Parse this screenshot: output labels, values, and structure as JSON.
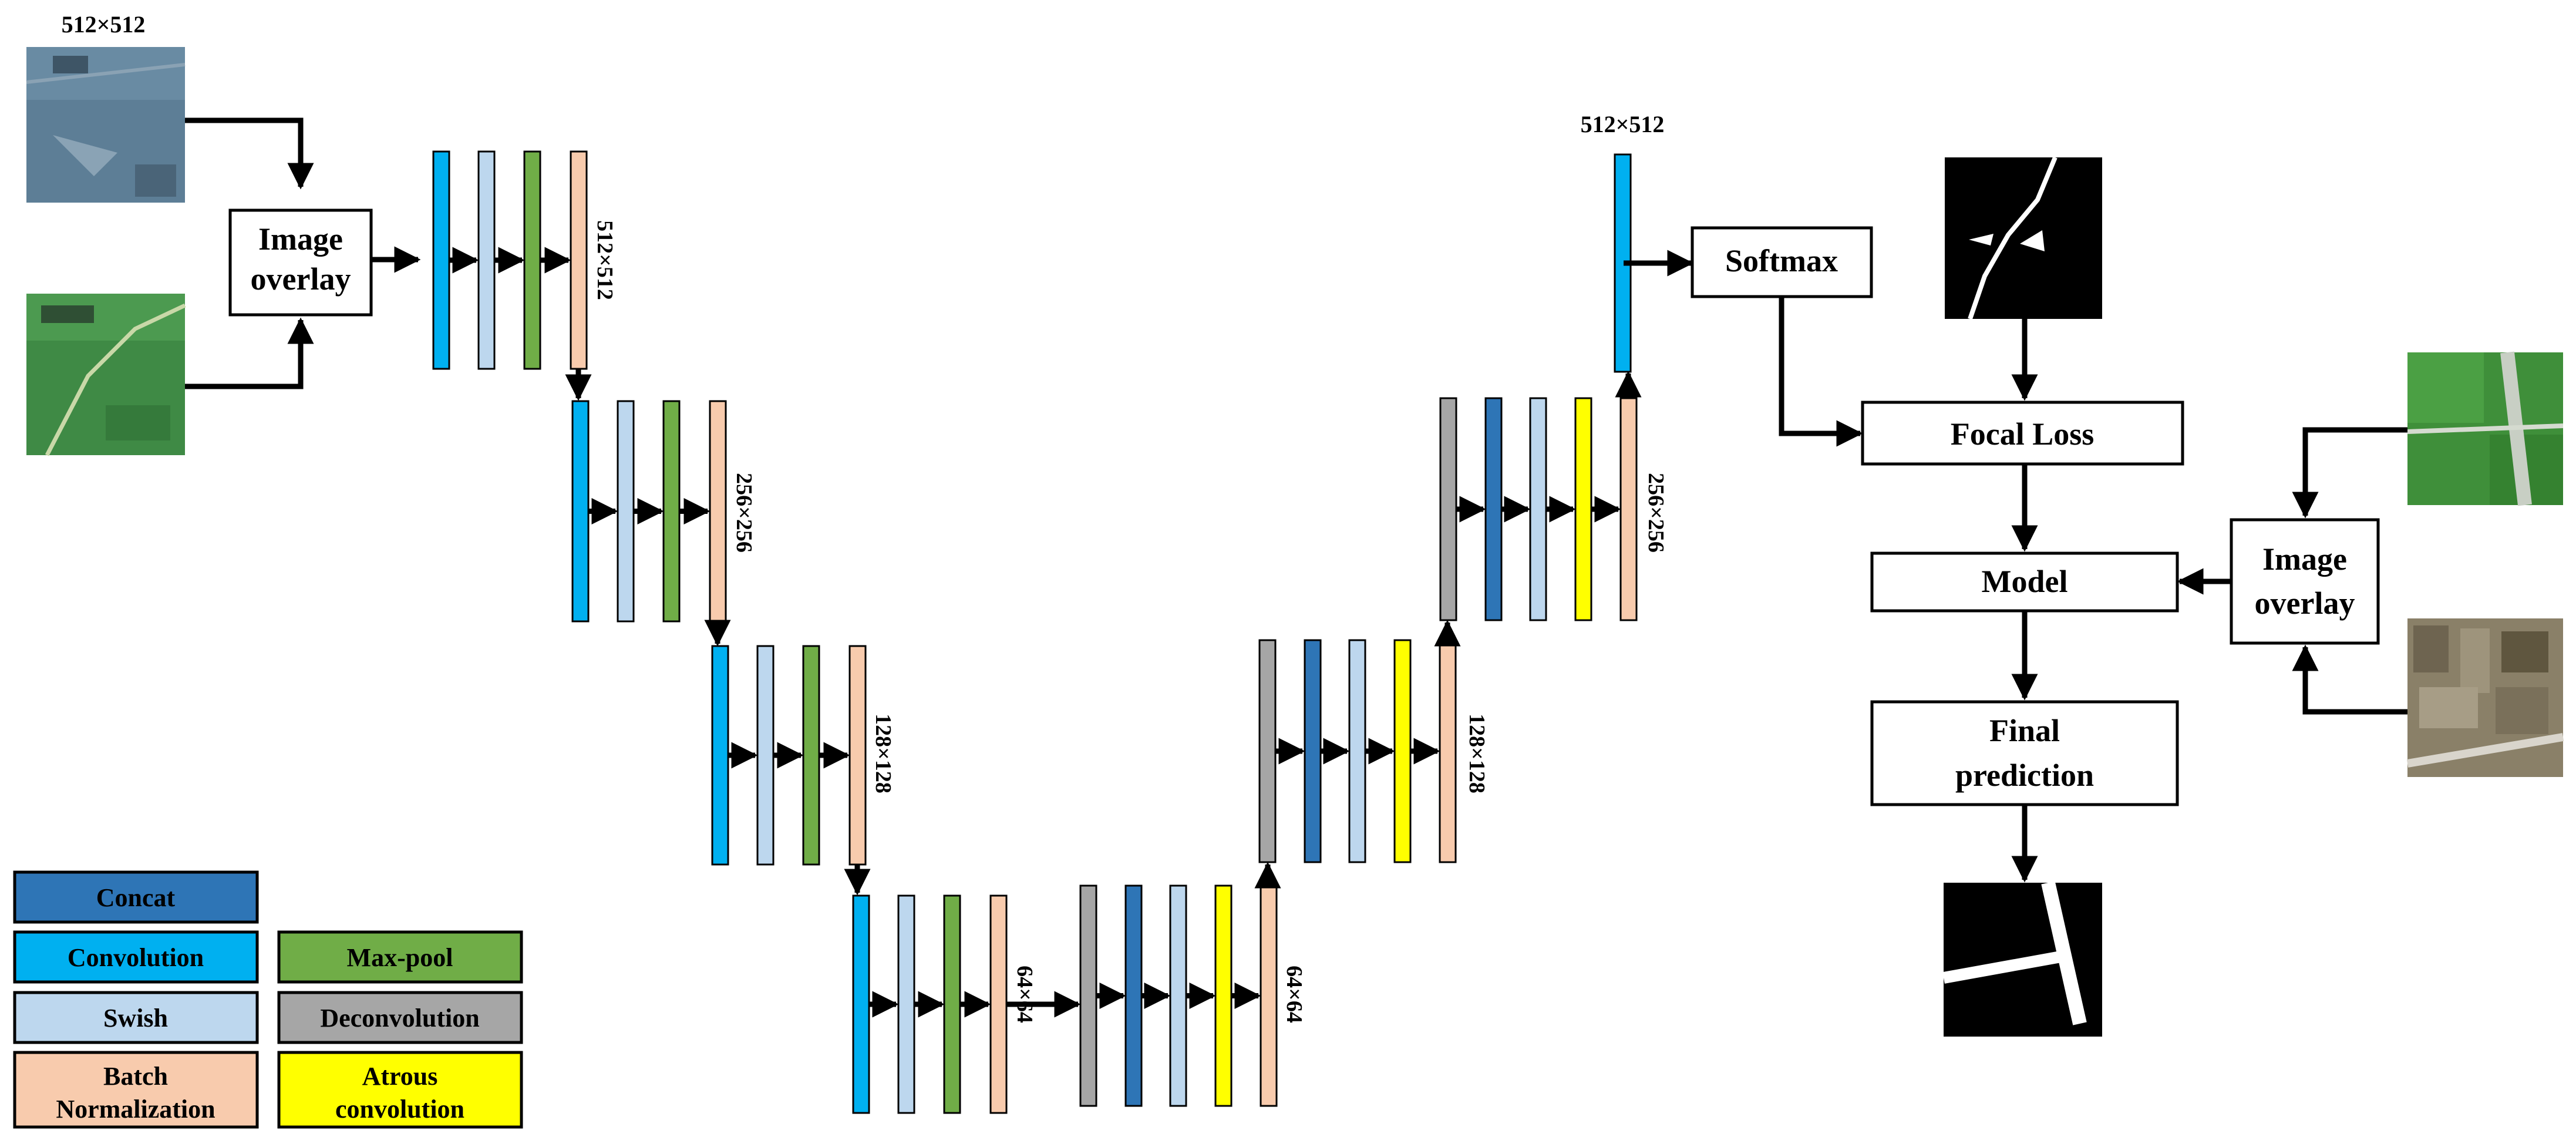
{
  "input_size_label": "512×512",
  "output_size_label": "512×512",
  "image_overlay_label": [
    "Image",
    "overlay"
  ],
  "softmax_label": "Softmax",
  "focal_loss_label": "Focal Loss",
  "model_label": "Model",
  "final_prediction_label": [
    "Final",
    "prediction"
  ],
  "image_overlay_right_label": [
    "Image",
    "overlay"
  ],
  "size_labels": {
    "enc1": "512×512",
    "enc2": "256×256",
    "enc3": "128×128",
    "enc4": "64×64",
    "dec1": "64×64",
    "dec2": "128×128",
    "dec3": "256×256"
  },
  "legend": [
    {
      "key": "concat",
      "label": "Concat",
      "color": "#2e75b6"
    },
    {
      "key": "convolution",
      "label": "Convolution",
      "color": "#00b0f0"
    },
    {
      "key": "maxpool",
      "label": "Max-pool",
      "color": "#70ad47"
    },
    {
      "key": "swish",
      "label": "Swish",
      "color": "#bdd7ee"
    },
    {
      "key": "deconvolution",
      "label": "Deconvolution",
      "color": "#a6a6a6"
    },
    {
      "key": "batchnorm",
      "label": [
        "Batch",
        "Normalization"
      ],
      "color": "#f8cbad"
    },
    {
      "key": "atrous",
      "label": [
        "Atrous",
        "convolution"
      ],
      "color": "#ffff00"
    }
  ],
  "colors": {
    "convolution": "#00b0f0",
    "swish": "#bdd7ee",
    "maxpool": "#70ad47",
    "batchnorm": "#f8cbad",
    "deconvolution": "#a6a6a6",
    "concat": "#2e75b6",
    "atrous": "#ffff00",
    "stroke": "#000000"
  },
  "images": {
    "input_top": "satellite-image",
    "input_bottom": "satellite-image",
    "mask_top": "binary-road-mask",
    "mask_bottom": "binary-road-mask",
    "right_top": "satellite-image",
    "right_bottom": "satellite-image"
  }
}
